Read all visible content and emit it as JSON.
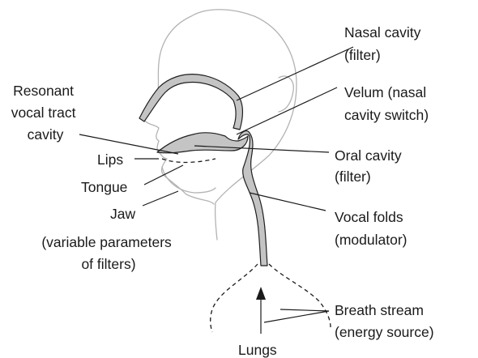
{
  "labels": {
    "nasal_cavity": [
      "Nasal cavity",
      "(filter)"
    ],
    "velum": [
      "Velum (nasal",
      "cavity switch)"
    ],
    "resonant": [
      "Resonant",
      "vocal tract",
      "cavity"
    ],
    "oral_cavity": [
      "Oral cavity",
      "(filter)"
    ],
    "lips": "Lips",
    "tongue": "Tongue",
    "jaw": "Jaw",
    "vocal_folds": [
      "Vocal folds",
      "(modulator)"
    ],
    "variable": [
      "(variable parameters",
      "of filters)"
    ],
    "breath_stream": [
      "Breath stream",
      "(energy source)"
    ],
    "lungs": "Lungs"
  }
}
